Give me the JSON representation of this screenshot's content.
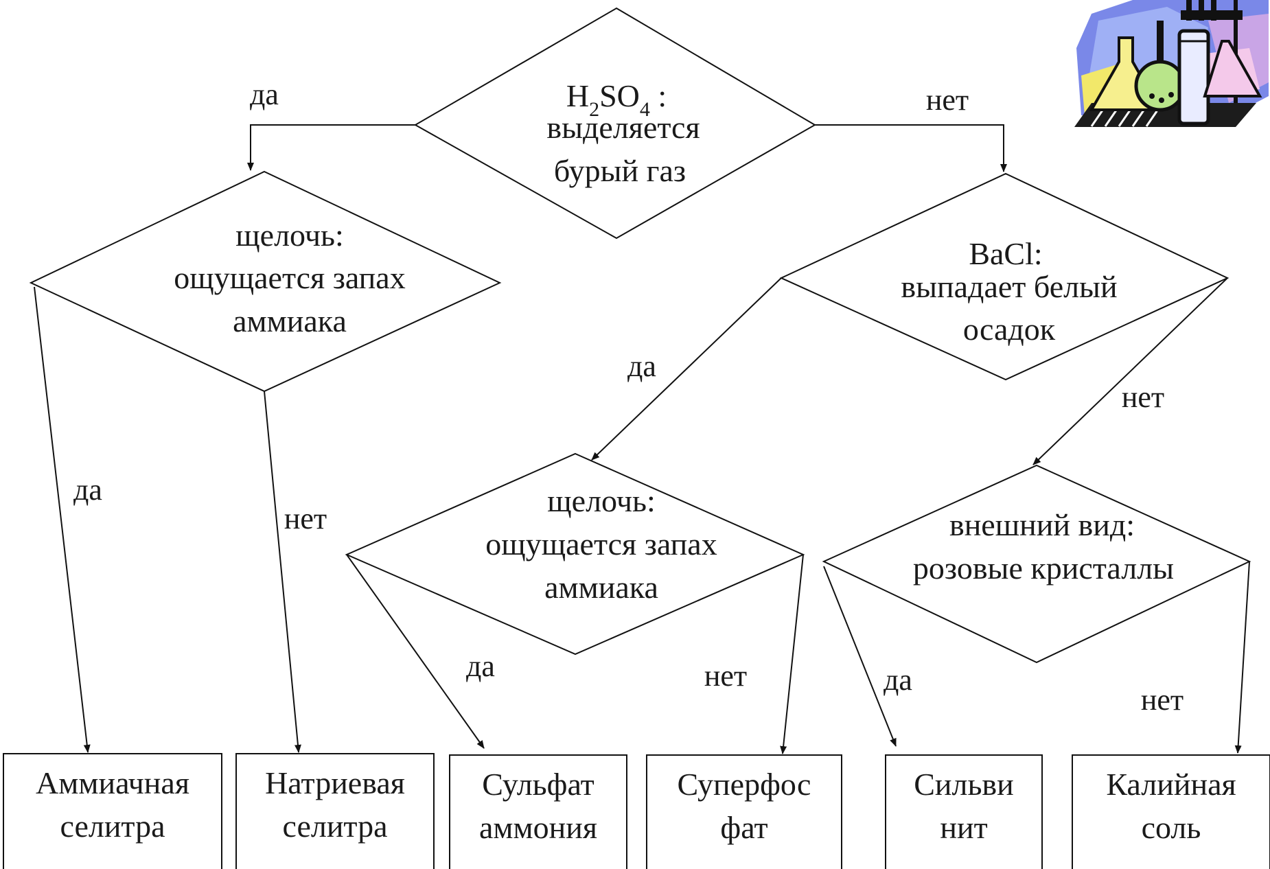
{
  "diagram": {
    "d1": {
      "line1_pre": "H",
      "line1_sub1": "2",
      "line1_mid": "SO",
      "line1_sub2": "4",
      "line1_post": " :",
      "line2": "выделяется",
      "line3": "бурый газ"
    },
    "d2": {
      "line1": "щелочь:",
      "line2": "ощущается запах",
      "line3": "аммиака"
    },
    "d3": {
      "line1": "BaCl:",
      "line2": "выпадает белый",
      "line3": "осадок"
    },
    "d4": {
      "line1": "щелочь:",
      "line2": "ощущается запах",
      "line3": "аммиака"
    },
    "d5": {
      "line1": "внешний вид:",
      "line2": "розовые  кристаллы"
    },
    "results": [
      {
        "line1": "Аммиачная",
        "line2": "селитра"
      },
      {
        "line1": "Натриевая",
        "line2": "селитра"
      },
      {
        "line1": "Сульфат",
        "line2": "аммония"
      },
      {
        "line1": "Суперфос",
        "line2": "фат"
      },
      {
        "line1": "Сильви",
        "line2": "нит"
      },
      {
        "line1": "Калийная",
        "line2": "соль"
      }
    ],
    "labels": {
      "yes": "да",
      "no": "нет"
    },
    "icon": "lab-flasks-clipart"
  }
}
